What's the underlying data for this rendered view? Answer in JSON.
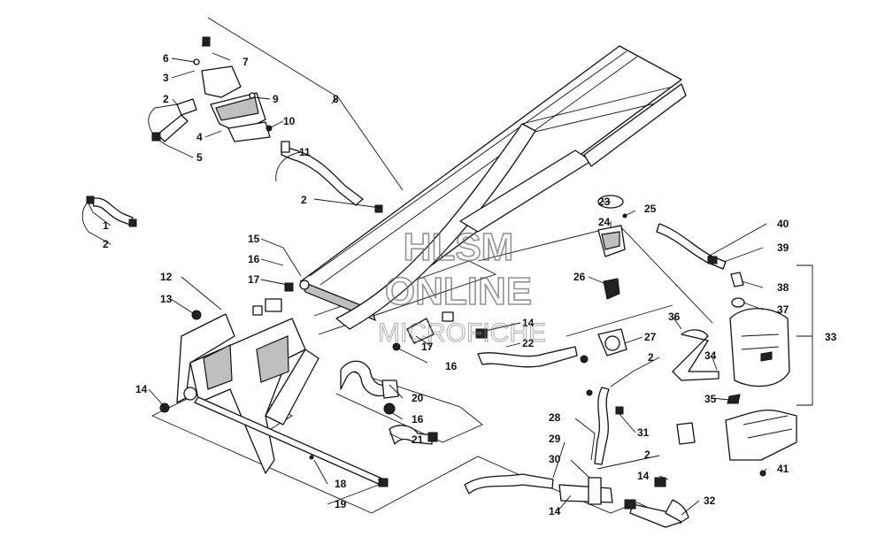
{
  "watermark": {
    "line1": "HLSM",
    "line2": "ONLINE",
    "line3": "MICROFICHE"
  },
  "callouts": [
    "1",
    "2",
    "3",
    "4",
    "5",
    "6",
    "7",
    "8",
    "9",
    "10",
    "11",
    "12",
    "13",
    "14",
    "15",
    "16",
    "17",
    "18",
    "19",
    "20",
    "21",
    "22",
    "23",
    "24",
    "25",
    "26",
    "27",
    "28",
    "29",
    "30",
    "31",
    "32",
    "33",
    "34",
    "35",
    "36",
    "37",
    "38",
    "39",
    "40",
    "41"
  ],
  "colors": {
    "line": "#111111",
    "watermark": "#666666",
    "background": "#ffffff"
  }
}
